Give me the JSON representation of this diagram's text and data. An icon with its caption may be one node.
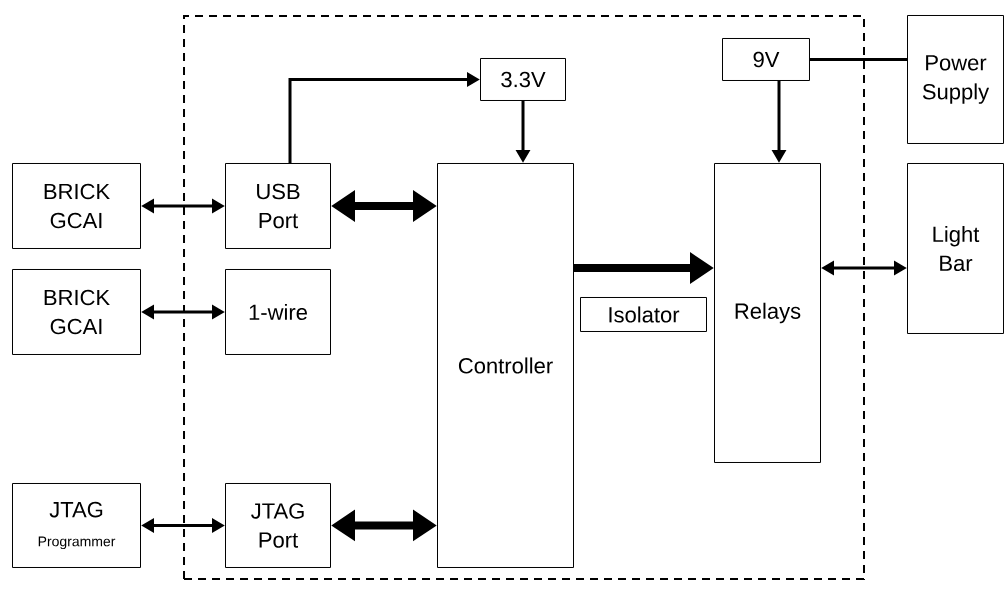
{
  "diagram": {
    "nodes": [
      {
        "text": [],
        "shape": "box"
      },
      {
        "text": [
          "BRICK GCAI"
        ]
      },
      {
        "text": [
          "BRICK GCAI"
        ]
      },
      {
        "text": [
          "JTAG",
          "Programmer"
        ]
      },
      {
        "text": [
          "USB Port"
        ],
        "in": 0
      },
      {
        "text": [
          "1-wire"
        ],
        "in": 0
      },
      {
        "text": [
          "JTAG Port"
        ],
        "in": 0
      },
      {
        "text": [
          "3.3V"
        ],
        "in": 0
      },
      {
        "text": [
          "Controller"
        ],
        "in": 0
      },
      {
        "text": [
          "Isolator"
        ],
        "in": 0
      },
      {
        "text": [
          "9V"
        ],
        "in": 0
      },
      {
        "text": [
          "Relays"
        ],
        "in": 0
      },
      {
        "text": [
          "Power Supply"
        ]
      },
      {
        "text": [
          "Light Bar"
        ]
      }
    ],
    "edges": [
      {
        "from": 1,
        "to": 4,
        "arrow": "both"
      },
      {
        "from": 2,
        "to": 5,
        "arrow": "both"
      },
      {
        "from": 3,
        "to": 6,
        "arrow": "both"
      },
      {
        "from": 4,
        "to": 8,
        "arrow": "both",
        "style": "thick"
      },
      {
        "from": 6,
        "to": 8,
        "arrow": "both",
        "style": "thick"
      },
      {
        "from": 4,
        "to": 7,
        "arrow": "to"
      },
      {
        "from": 7,
        "to": 8,
        "arrow": "to"
      },
      {
        "from": 8,
        "to": 11,
        "arrow": "to",
        "style": "thick"
      },
      {
        "from": 10,
        "to": 11,
        "arrow": "to"
      },
      {
        "from": 10,
        "to": 12,
        "arrow": "none"
      },
      {
        "from": 11,
        "to": 13,
        "arrow": "both"
      }
    ]
  }
}
